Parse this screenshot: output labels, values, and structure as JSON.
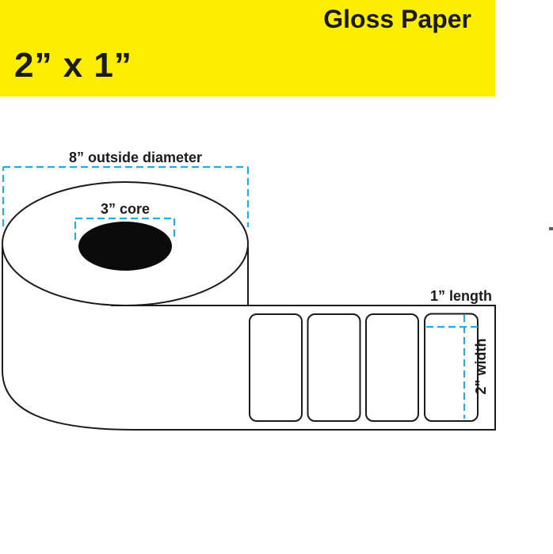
{
  "banner": {
    "paper_type": "Gloss Paper",
    "size": "2” x 1”",
    "background": "#FDEE00"
  },
  "diagram": {
    "outside_diameter_label": "8” outside diameter",
    "core_label": "3” core",
    "length_label": "1” length",
    "width_label": "2” width",
    "label_count": 4,
    "dash_color": "#29ABE2",
    "line_color": "#1b1b1b",
    "core_fill": "#0b0b0b"
  }
}
